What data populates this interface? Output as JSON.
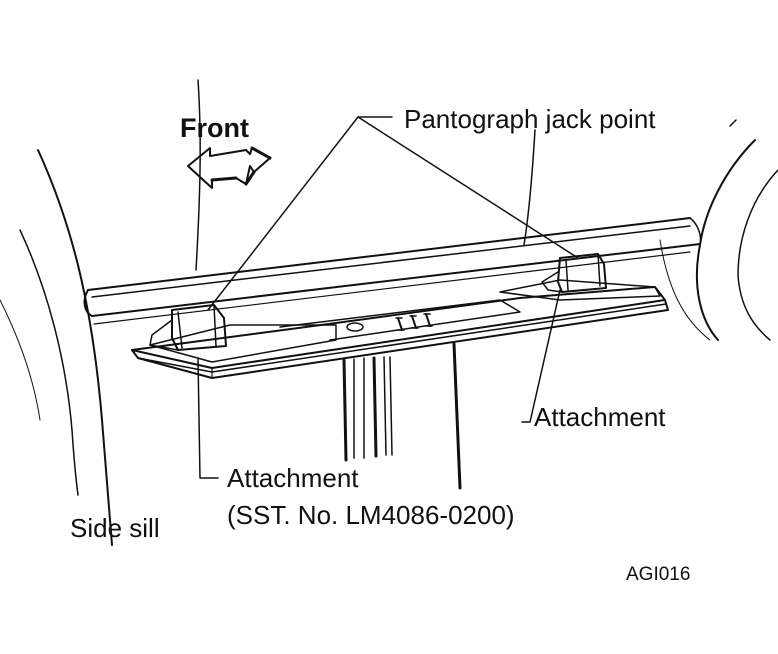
{
  "labels": {
    "front": "Front",
    "jack_point": "Pantograph jack point",
    "attachment_right": "Attachment",
    "attachment_left": "Attachment",
    "sst_number": "(SST. No. LM4086-0200)",
    "side_sill": "Side sill",
    "figure_code": "AGI016"
  }
}
